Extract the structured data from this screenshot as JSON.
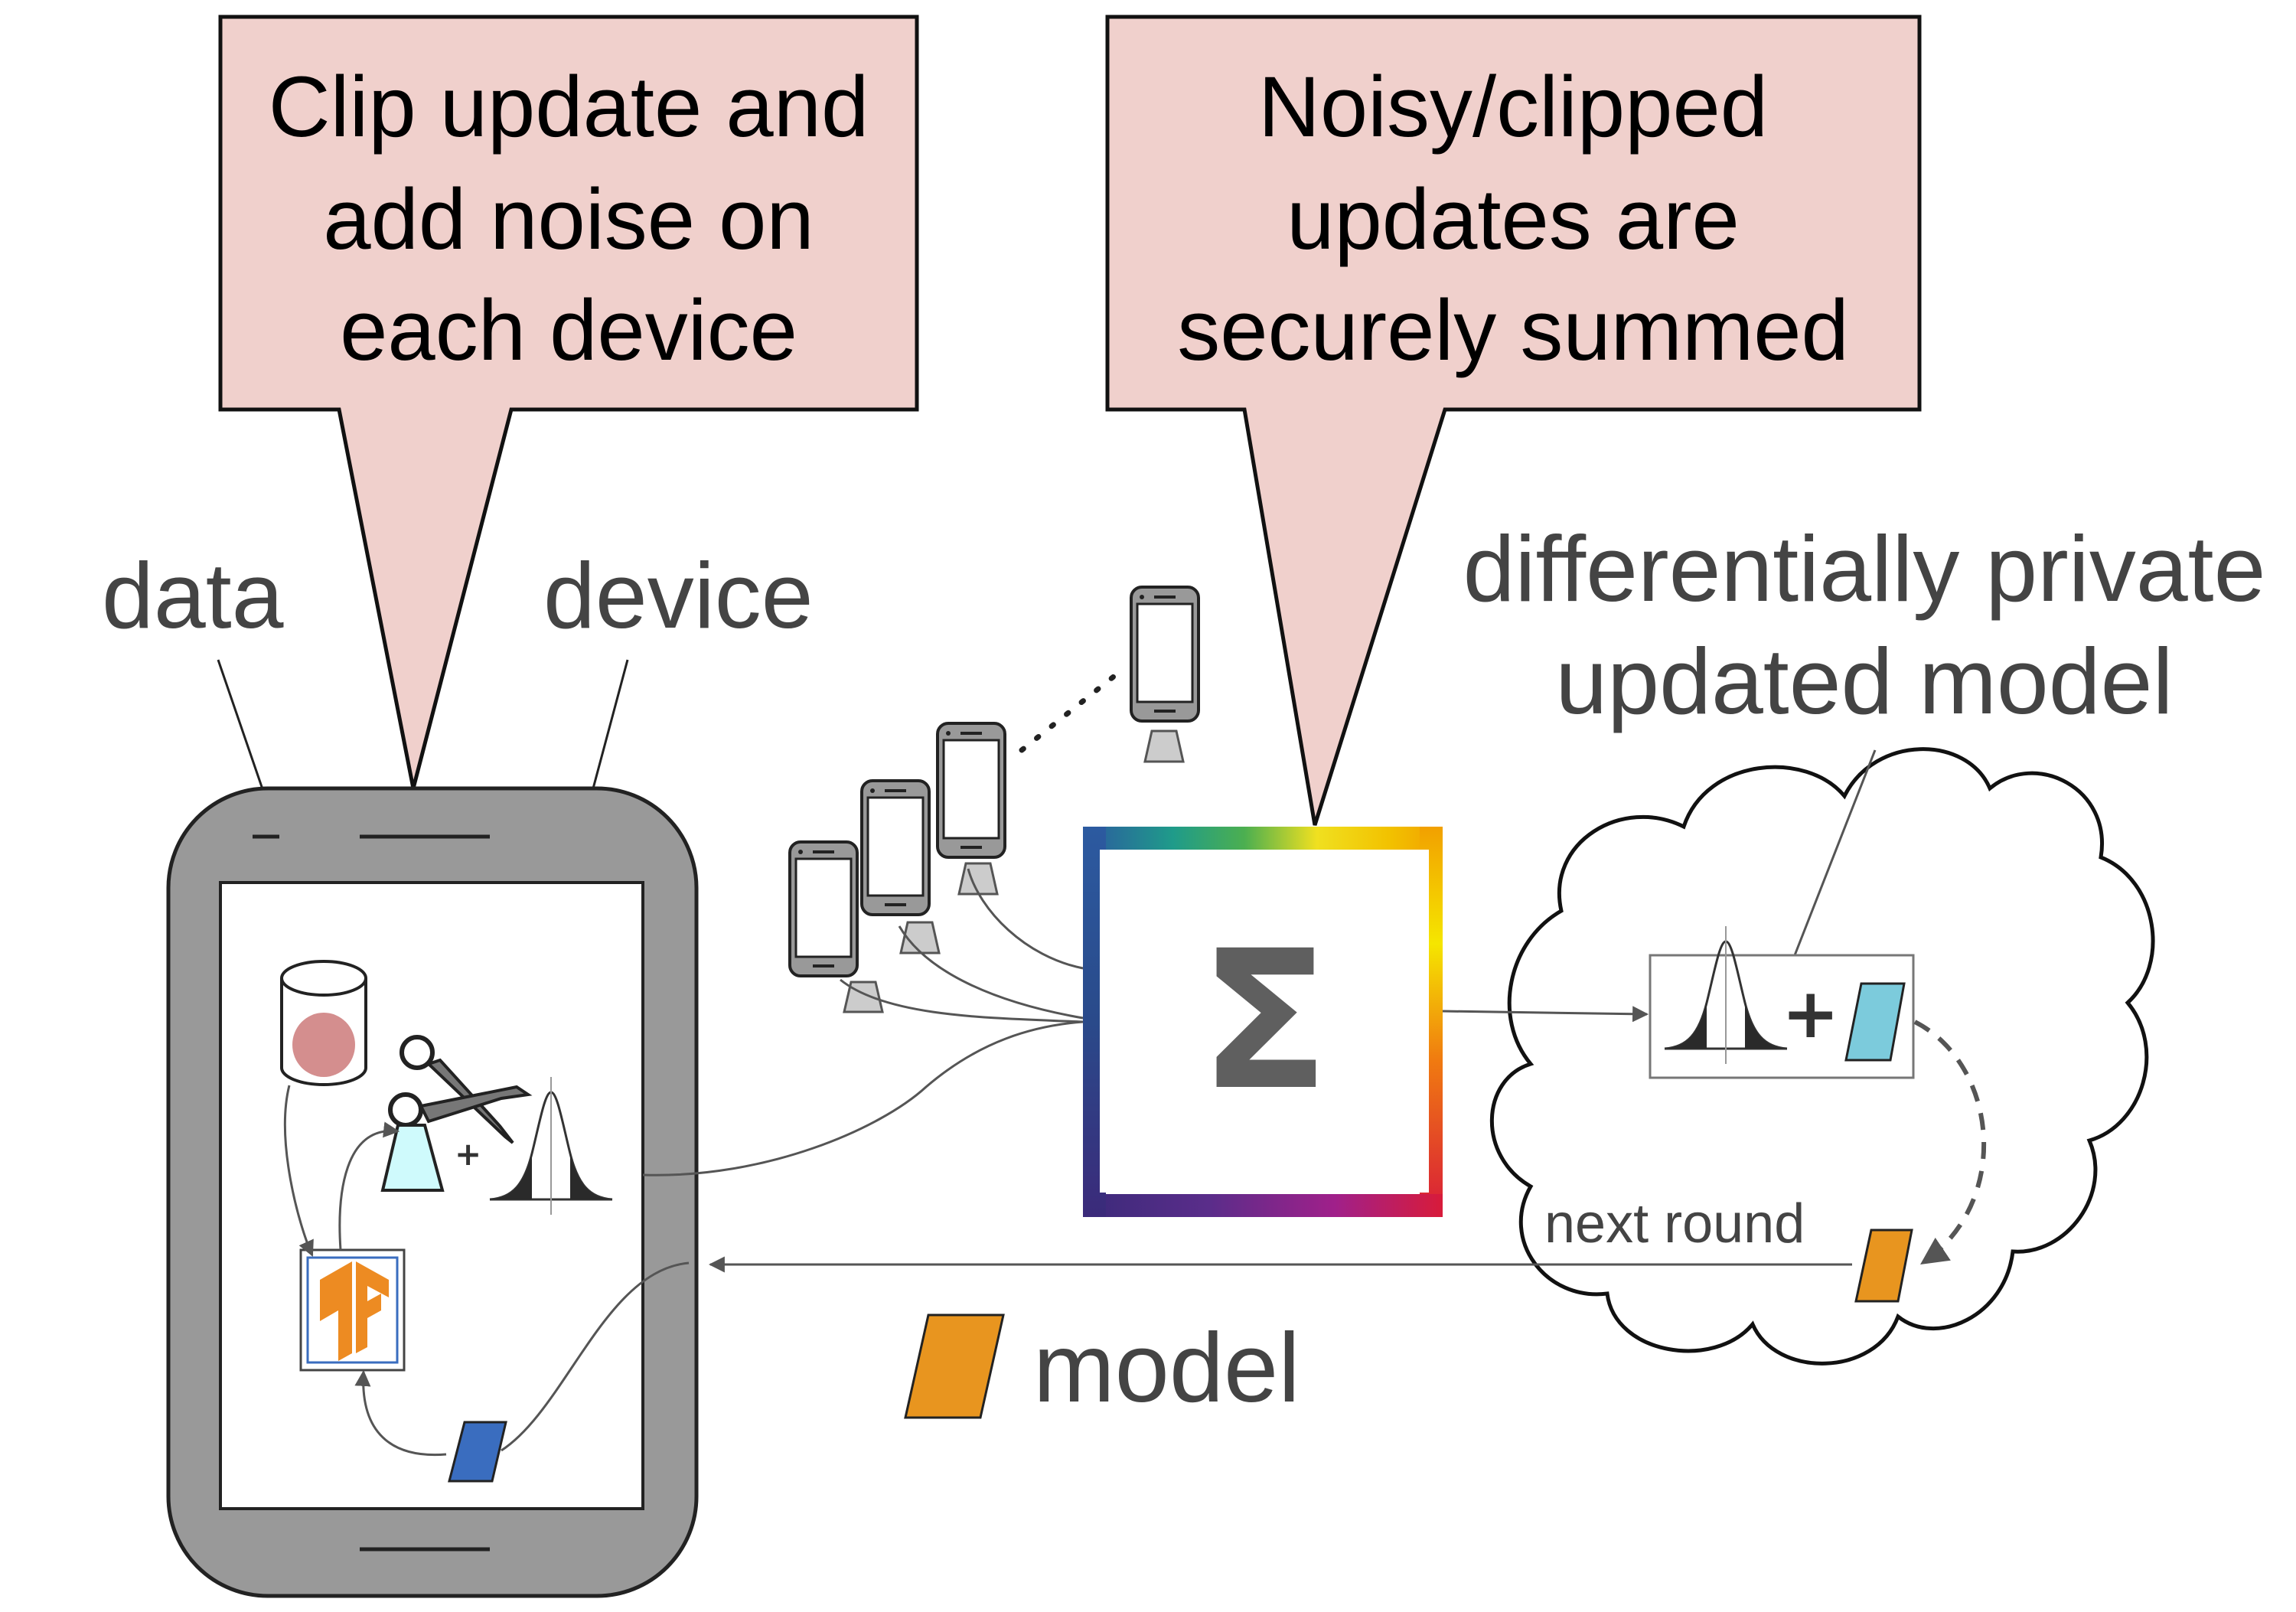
{
  "callouts": {
    "left": [
      "Clip update and",
      "add noise on",
      "each device"
    ],
    "right": [
      "Noisy/clipped",
      "updates are",
      "securely summed"
    ]
  },
  "labels": {
    "data": "data",
    "device": "device",
    "dp_model": [
      "differentially private",
      "updated model"
    ],
    "next_round": "next round",
    "model": "model"
  },
  "symbols": {
    "sigma": "Σ",
    "plus": "+"
  },
  "colors": {
    "callout_fill": "#f0d0cc",
    "device_body": "#999999",
    "model_orange": "#e8951f",
    "model_blue": "#3a6dbf",
    "model_cyan": "#7ccbdc",
    "clip_cyan": "#cffafc",
    "data_dot": "#d48e8e",
    "tf_orange": "#ed8b22"
  },
  "icons": [
    "scissors-icon",
    "tensorflow-logo-icon",
    "database-icon",
    "bell-curve-icon",
    "phone-icon",
    "cloud-icon"
  ]
}
